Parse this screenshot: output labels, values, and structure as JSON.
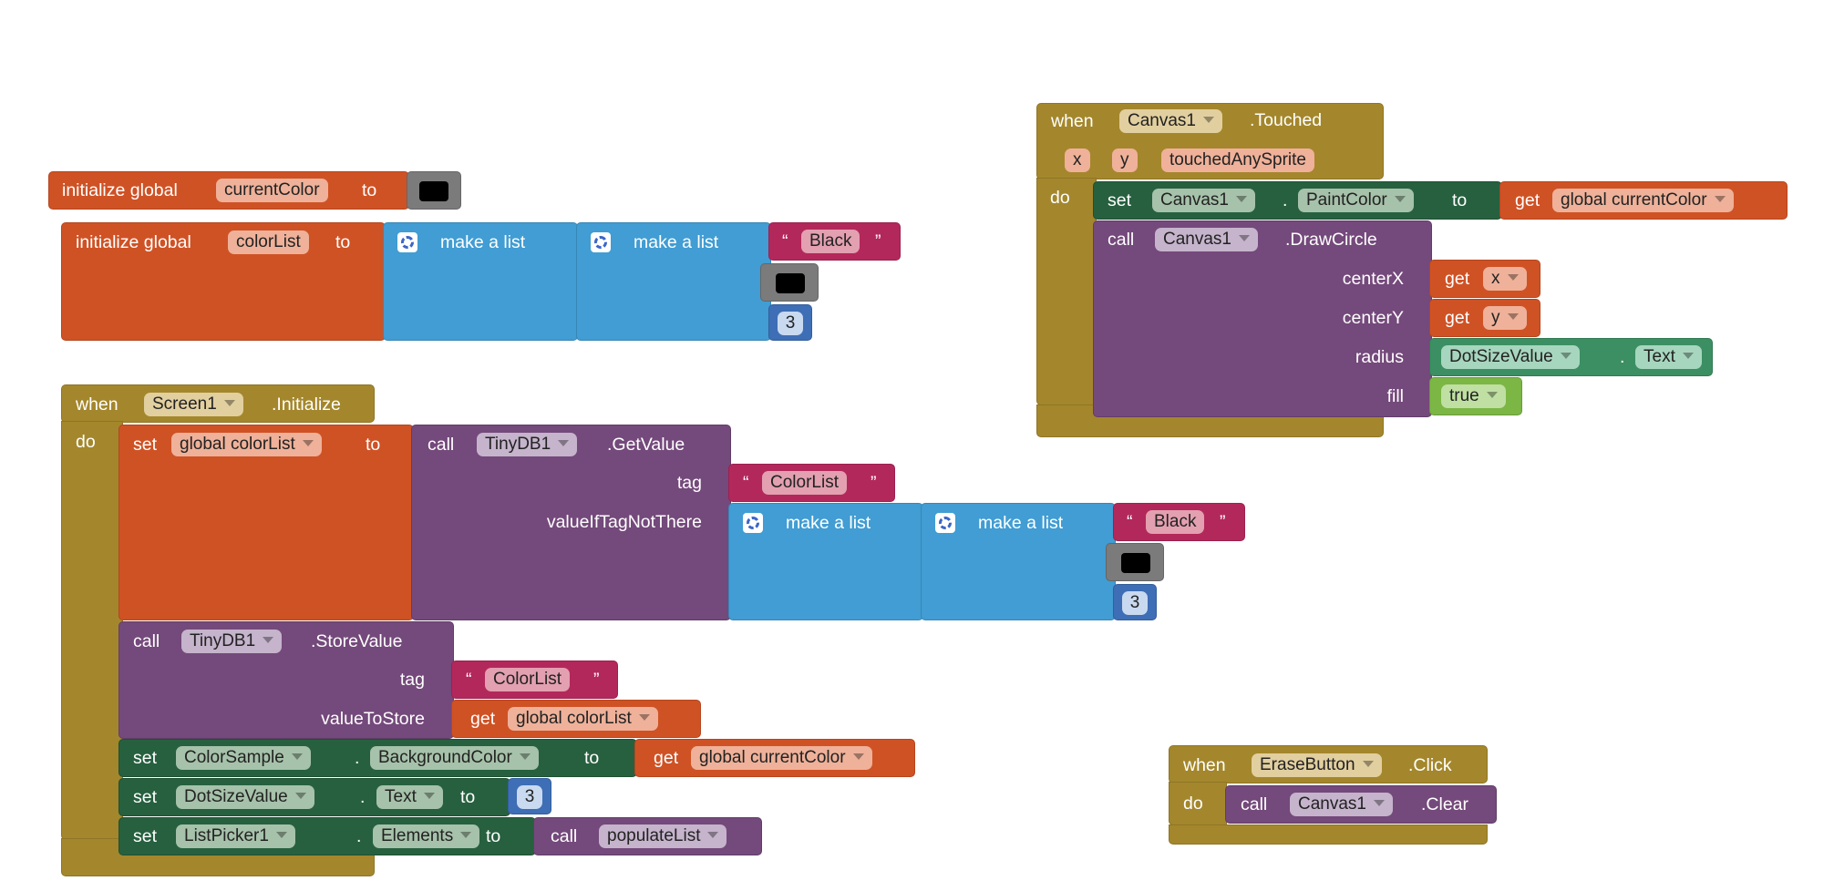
{
  "init_current_color": {
    "label": "initialize global",
    "name": "currentColor",
    "to": "to"
  },
  "init_color_list": {
    "label": "initialize global",
    "name": "colorList",
    "to": "to",
    "outer_list": "make a list",
    "inner_list": "make a list",
    "text_value": "Black",
    "number_value": "3"
  },
  "screen_init": {
    "when": "when",
    "component": "Screen1",
    "event": ".Initialize",
    "do": "do",
    "set1": {
      "set": "set",
      "var": "global colorList",
      "to": "to"
    },
    "getvalue": {
      "call": "call",
      "component": "TinyDB1",
      "method": ".GetValue",
      "tag_label": "tag",
      "tag_value": "ColorList",
      "default_label": "valueIfTagNotThere",
      "outer_list": "make a list",
      "inner_list": "make a list",
      "text_value": "Black",
      "number_value": "3"
    },
    "storevalue": {
      "call": "call",
      "component": "TinyDB1",
      "method": ".StoreValue",
      "tag_label": "tag",
      "tag_value": "ColorList",
      "value_label": "valueToStore",
      "get": "get",
      "var": "global colorList"
    },
    "set_bg": {
      "set": "set",
      "component": "ColorSample",
      "dot": ".",
      "property": "BackgroundColor",
      "to": "to",
      "get": "get",
      "var": "global currentColor"
    },
    "set_text": {
      "set": "set",
      "component": "DotSizeValue",
      "dot": ".",
      "property": "Text",
      "to": "to",
      "number": "3"
    },
    "set_elements": {
      "set": "set",
      "component": "ListPicker1",
      "dot": ".",
      "property": "Elements",
      "to": "to",
      "call": "call",
      "procedure": "populateList"
    }
  },
  "canvas_touched": {
    "when": "when",
    "component": "Canvas1",
    "event": ".Touched",
    "params": [
      "x",
      "y",
      "touchedAnySprite"
    ],
    "do": "do",
    "set_paint": {
      "set": "set",
      "component": "Canvas1",
      "dot": ".",
      "property": "PaintColor",
      "to": "to",
      "get": "get",
      "var": "global currentColor"
    },
    "draw": {
      "call": "call",
      "component": "Canvas1",
      "method": ".DrawCircle",
      "centerx_label": "centerX",
      "centery_label": "centerY",
      "radius_label": "radius",
      "fill_label": "fill",
      "get": "get",
      "x_var": "x",
      "y_var": "y",
      "radius_component": "DotSizeValue",
      "radius_dot": ".",
      "radius_property": "Text",
      "fill_value": "true"
    }
  },
  "erase_click": {
    "when": "when",
    "component": "EraseButton",
    "event": ".Click",
    "do": "do",
    "call": "call",
    "target": "Canvas1",
    "method": ".Clear"
  },
  "icons": {
    "list": "gear-icon",
    "dropdown": "dropdown-arrow-icon",
    "color": "color-swatch-icon"
  },
  "colors": {
    "control": "#a4872c",
    "procedure": "#74497b",
    "component_set": "#27603f",
    "component_get": "#3c8f63",
    "variable": "#cf5225",
    "list": "#419dd3",
    "text": "#b3285b",
    "color": "#7b7b7b",
    "number": "#3e6eb5",
    "logic": "#7cb645",
    "swatch": "#000000"
  }
}
